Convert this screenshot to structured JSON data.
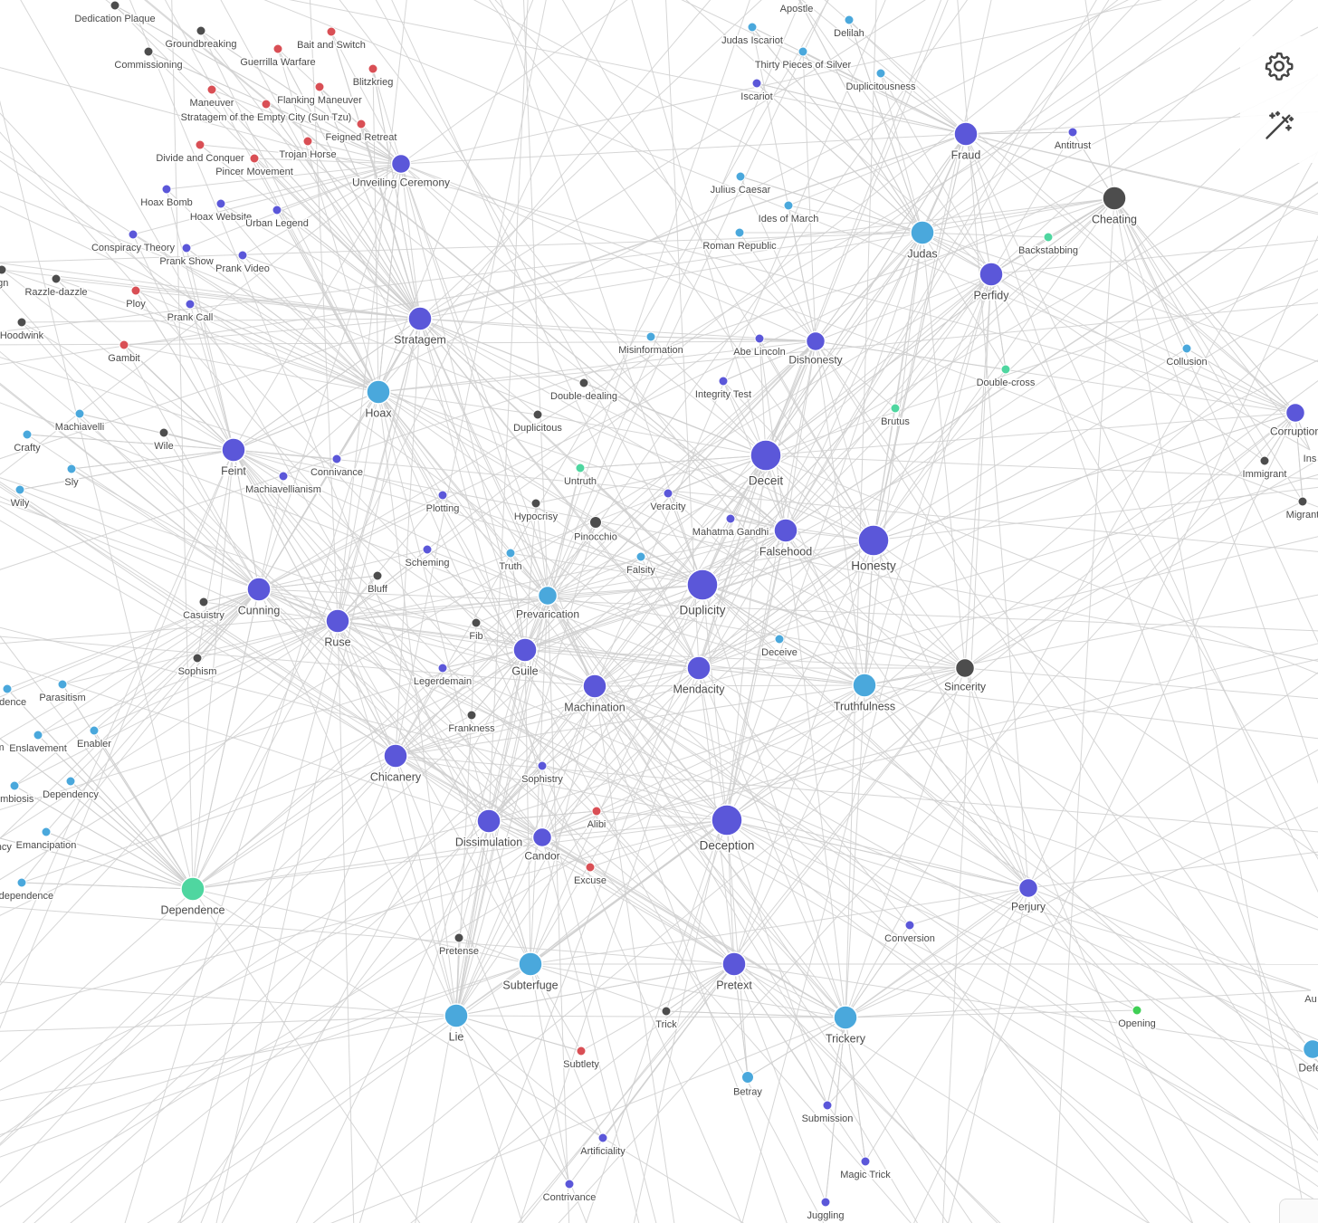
{
  "toolbar": {
    "settings_icon": "gear-icon",
    "magic_icon": "magic-wand-icon"
  },
  "colors": {
    "purple": "#5b57d9",
    "blue": "#4aa8dc",
    "gray": "#4d4d4d",
    "red": "#d94f55",
    "teal": "#4fd6a0",
    "green": "#3fcf55",
    "edge": "#cfcfcf",
    "label": "#4a4a4a"
  },
  "nodes": [
    {
      "id": "deception",
      "label": "Deception",
      "c": "purple",
      "s": 5
    },
    {
      "id": "duplicity",
      "label": "Duplicity",
      "c": "purple",
      "s": 5
    },
    {
      "id": "honesty",
      "label": "Honesty",
      "c": "purple",
      "s": 5
    },
    {
      "id": "deceit",
      "label": "Deceit",
      "c": "purple",
      "s": 5
    },
    {
      "id": "fraud",
      "label": "Fraud",
      "c": "purple",
      "s": 4
    },
    {
      "id": "perfidy",
      "label": "Perfidy",
      "c": "purple",
      "s": 4
    },
    {
      "id": "cheating",
      "label": "Cheating",
      "c": "gray",
      "s": 4
    },
    {
      "id": "judas",
      "label": "Judas",
      "c": "blue",
      "s": 4
    },
    {
      "id": "stratagem",
      "label": "Stratagem",
      "c": "purple",
      "s": 4
    },
    {
      "id": "hoax",
      "label": "Hoax",
      "c": "blue",
      "s": 4
    },
    {
      "id": "feint",
      "label": "Feint",
      "c": "purple",
      "s": 4
    },
    {
      "id": "cunning",
      "label": "Cunning",
      "c": "purple",
      "s": 4
    },
    {
      "id": "ruse",
      "label": "Ruse",
      "c": "purple",
      "s": 4
    },
    {
      "id": "guile",
      "label": "Guile",
      "c": "purple",
      "s": 4
    },
    {
      "id": "machination",
      "label": "Machination",
      "c": "purple",
      "s": 4
    },
    {
      "id": "mendacity",
      "label": "Mendacity",
      "c": "purple",
      "s": 4
    },
    {
      "id": "truthfulness",
      "label": "Truthfulness",
      "c": "blue",
      "s": 4
    },
    {
      "id": "falsehood",
      "label": "Falsehood",
      "c": "purple",
      "s": 4
    },
    {
      "id": "dishonesty",
      "label": "Dishonesty",
      "c": "purple",
      "s": 3
    },
    {
      "id": "chicanery",
      "label": "Chicanery",
      "c": "purple",
      "s": 4
    },
    {
      "id": "dissimulation",
      "label": "Dissimulation",
      "c": "purple",
      "s": 4
    },
    {
      "id": "subterfuge",
      "label": "Subterfuge",
      "c": "blue",
      "s": 4
    },
    {
      "id": "lie",
      "label": "Lie",
      "c": "blue",
      "s": 4
    },
    {
      "id": "pretext",
      "label": "Pretext",
      "c": "purple",
      "s": 4
    },
    {
      "id": "trickery",
      "label": "Trickery",
      "c": "blue",
      "s": 4
    },
    {
      "id": "dependence",
      "label": "Dependence",
      "c": "teal",
      "s": 4
    },
    {
      "id": "prevarication",
      "label": "Prevarication",
      "c": "blue",
      "s": 3
    },
    {
      "id": "corruption",
      "label": "Corruption",
      "c": "purple",
      "s": 3
    },
    {
      "id": "unveiling",
      "label": "Unveiling Ceremony",
      "c": "purple",
      "s": 3
    },
    {
      "id": "perjury",
      "label": "Perjury",
      "c": "purple",
      "s": 3
    },
    {
      "id": "sincerity",
      "label": "Sincerity",
      "c": "gray",
      "s": 3
    },
    {
      "id": "candor",
      "label": "Candor",
      "c": "purple",
      "s": 3
    },
    {
      "id": "defect",
      "label": "Defec",
      "c": "blue",
      "s": 3
    },
    {
      "id": "dedication",
      "label": "Dedication Plaque",
      "c": "gray",
      "s": 1
    },
    {
      "id": "groundbreaking",
      "label": "Groundbreaking",
      "c": "gray",
      "s": 1
    },
    {
      "id": "commissioning",
      "label": "Commissioning",
      "c": "gray",
      "s": 1
    },
    {
      "id": "baitswitch",
      "label": "Bait and Switch",
      "c": "red",
      "s": 1
    },
    {
      "id": "guerrilla",
      "label": "Guerrilla Warfare",
      "c": "red",
      "s": 1
    },
    {
      "id": "blitzkrieg",
      "label": "Blitzkrieg",
      "c": "red",
      "s": 1
    },
    {
      "id": "maneuver",
      "label": "Maneuver",
      "c": "red",
      "s": 1
    },
    {
      "id": "flanking",
      "label": "Flanking Maneuver",
      "c": "red",
      "s": 1
    },
    {
      "id": "emptycity",
      "label": "Stratagem of the Empty City (Sun Tzu)",
      "c": "red",
      "s": 1
    },
    {
      "id": "feigned",
      "label": "Feigned Retreat",
      "c": "red",
      "s": 1
    },
    {
      "id": "divide",
      "label": "Divide and Conquer",
      "c": "red",
      "s": 1
    },
    {
      "id": "trojan",
      "label": "Trojan Horse",
      "c": "red",
      "s": 1
    },
    {
      "id": "pincer",
      "label": "Pincer Movement",
      "c": "red",
      "s": 1
    },
    {
      "id": "hoaxbomb",
      "label": "Hoax Bomb",
      "c": "purple",
      "s": 1
    },
    {
      "id": "hoaxwebsite",
      "label": "Hoax Website",
      "c": "purple",
      "s": 1
    },
    {
      "id": "urbanlegend",
      "label": "Urban Legend",
      "c": "purple",
      "s": 1
    },
    {
      "id": "conspiracy",
      "label": "Conspiracy Theory",
      "c": "purple",
      "s": 1
    },
    {
      "id": "prankshow",
      "label": "Prank Show",
      "c": "purple",
      "s": 1
    },
    {
      "id": "prankvideo",
      "label": "Prank Video",
      "c": "purple",
      "s": 1
    },
    {
      "id": "ign",
      "label": "ign",
      "c": "gray",
      "s": 1
    },
    {
      "id": "razzle",
      "label": "Razzle-dazzle",
      "c": "gray",
      "s": 1
    },
    {
      "id": "ploy",
      "label": "Ploy",
      "c": "red",
      "s": 1
    },
    {
      "id": "prankcall",
      "label": "Prank Call",
      "c": "purple",
      "s": 1
    },
    {
      "id": "hoodwink",
      "label": "Hoodwink",
      "c": "gray",
      "s": 1
    },
    {
      "id": "gambit",
      "label": "Gambit",
      "c": "red",
      "s": 1
    },
    {
      "id": "machiavelli",
      "label": "Machiavelli",
      "c": "blue",
      "s": 1
    },
    {
      "id": "crafty",
      "label": "Crafty",
      "c": "blue",
      "s": 1
    },
    {
      "id": "wile",
      "label": "Wile",
      "c": "gray",
      "s": 1
    },
    {
      "id": "sly",
      "label": "Sly",
      "c": "blue",
      "s": 1
    },
    {
      "id": "wily",
      "label": "Wily",
      "c": "blue",
      "s": 1
    },
    {
      "id": "connivance",
      "label": "Connivance",
      "c": "purple",
      "s": 1
    },
    {
      "id": "machiavellianism",
      "label": "Machiavellianism",
      "c": "purple",
      "s": 1
    },
    {
      "id": "apostle",
      "label": "Apostle",
      "c": "blue",
      "s": 1
    },
    {
      "id": "judasiscariot",
      "label": "Judas Iscariot",
      "c": "blue",
      "s": 1
    },
    {
      "id": "delilah",
      "label": "Delilah",
      "c": "blue",
      "s": 1
    },
    {
      "id": "thirty",
      "label": "Thirty Pieces of Silver",
      "c": "blue",
      "s": 1
    },
    {
      "id": "iscariot",
      "label": "Iscariot",
      "c": "purple",
      "s": 1
    },
    {
      "id": "duplicitousness",
      "label": "Duplicitousness",
      "c": "blue",
      "s": 1
    },
    {
      "id": "antitrust",
      "label": "Antitrust",
      "c": "purple",
      "s": 1
    },
    {
      "id": "juliuscaesar",
      "label": "Julius Caesar",
      "c": "blue",
      "s": 1
    },
    {
      "id": "ides",
      "label": "Ides of March",
      "c": "blue",
      "s": 1
    },
    {
      "id": "roman",
      "label": "Roman Republic",
      "c": "blue",
      "s": 1
    },
    {
      "id": "backstabbing",
      "label": "Backstabbing",
      "c": "teal",
      "s": 1
    },
    {
      "id": "misinformation",
      "label": "Misinformation",
      "c": "blue",
      "s": 1
    },
    {
      "id": "abelincoln",
      "label": "Abe Lincoln",
      "c": "purple",
      "s": 1
    },
    {
      "id": "integrity",
      "label": "Integrity Test",
      "c": "purple",
      "s": 1
    },
    {
      "id": "doubledealing",
      "label": "Double-dealing",
      "c": "gray",
      "s": 1
    },
    {
      "id": "duplicitous",
      "label": "Duplicitous",
      "c": "gray",
      "s": 1
    },
    {
      "id": "collusion",
      "label": "Collusion",
      "c": "blue",
      "s": 1
    },
    {
      "id": "doublecross",
      "label": "Double-cross",
      "c": "teal",
      "s": 1
    },
    {
      "id": "brutus",
      "label": "Brutus",
      "c": "teal",
      "s": 1
    },
    {
      "id": "immigrant",
      "label": "Immigrant",
      "c": "gray",
      "s": 1
    },
    {
      "id": "ins",
      "label": "Ins",
      "c": "gray",
      "s": 0
    },
    {
      "id": "migrant",
      "label": "Migrant",
      "c": "gray",
      "s": 1
    },
    {
      "id": "untruth",
      "label": "Untruth",
      "c": "teal",
      "s": 1
    },
    {
      "id": "veracity",
      "label": "Veracity",
      "c": "purple",
      "s": 1
    },
    {
      "id": "hypocrisy",
      "label": "Hypocrisy",
      "c": "gray",
      "s": 1
    },
    {
      "id": "plotting",
      "label": "Plotting",
      "c": "purple",
      "s": 1
    },
    {
      "id": "pinocchio",
      "label": "Pinocchio",
      "c": "gray",
      "s": 2
    },
    {
      "id": "gandhi",
      "label": "Mahatma Gandhi",
      "c": "purple",
      "s": 1
    },
    {
      "id": "scheming",
      "label": "Scheming",
      "c": "purple",
      "s": 1
    },
    {
      "id": "truth",
      "label": "Truth",
      "c": "blue",
      "s": 1
    },
    {
      "id": "falsity",
      "label": "Falsity",
      "c": "blue",
      "s": 1
    },
    {
      "id": "bluff",
      "label": "Bluff",
      "c": "gray",
      "s": 1
    },
    {
      "id": "casuistry",
      "label": "Casuistry",
      "c": "gray",
      "s": 1
    },
    {
      "id": "fib",
      "label": "Fib",
      "c": "gray",
      "s": 1
    },
    {
      "id": "deceive",
      "label": "Deceive",
      "c": "blue",
      "s": 1
    },
    {
      "id": "sophism",
      "label": "Sophism",
      "c": "gray",
      "s": 1
    },
    {
      "id": "legerdemain",
      "label": "Legerdemain",
      "c": "purple",
      "s": 1
    },
    {
      "id": "endence",
      "label": "endence",
      "c": "blue",
      "s": 1
    },
    {
      "id": "parasitism",
      "label": "Parasitism",
      "c": "blue",
      "s": 1
    },
    {
      "id": "enslavement",
      "label": "Enslavement",
      "c": "blue",
      "s": 1
    },
    {
      "id": "m",
      "label": "m",
      "c": "blue",
      "s": 0
    },
    {
      "id": "enabler",
      "label": "Enabler",
      "c": "blue",
      "s": 1
    },
    {
      "id": "frankness",
      "label": "Frankness",
      "c": "gray",
      "s": 1
    },
    {
      "id": "symbiosis",
      "label": "ymbiosis",
      "c": "blue",
      "s": 1
    },
    {
      "id": "dependency",
      "label": "Dependency",
      "c": "blue",
      "s": 1
    },
    {
      "id": "sophistry",
      "label": "Sophistry",
      "c": "purple",
      "s": 1
    },
    {
      "id": "iency",
      "label": "iency",
      "c": "blue",
      "s": 0
    },
    {
      "id": "emancipation",
      "label": "Emancipation",
      "c": "blue",
      "s": 1
    },
    {
      "id": "alibi",
      "label": "Alibi",
      "c": "red",
      "s": 1
    },
    {
      "id": "excuse",
      "label": "Excuse",
      "c": "red",
      "s": 1
    },
    {
      "id": "interdependence",
      "label": "erdependence",
      "c": "blue",
      "s": 1
    },
    {
      "id": "conversion",
      "label": "Conversion",
      "c": "purple",
      "s": 1
    },
    {
      "id": "pretense",
      "label": "Pretense",
      "c": "gray",
      "s": 1
    },
    {
      "id": "trick",
      "label": "Trick",
      "c": "gray",
      "s": 1
    },
    {
      "id": "opening",
      "label": "Opening",
      "c": "green",
      "s": 1
    },
    {
      "id": "au",
      "label": "Au",
      "c": "gray",
      "s": 0
    },
    {
      "id": "subtlety",
      "label": "Subtlety",
      "c": "red",
      "s": 1
    },
    {
      "id": "betray",
      "label": "Betray",
      "c": "blue",
      "s": 2
    },
    {
      "id": "submission",
      "label": "Submission",
      "c": "purple",
      "s": 1
    },
    {
      "id": "artificiality",
      "label": "Artificiality",
      "c": "purple",
      "s": 1
    },
    {
      "id": "magictrick",
      "label": "Magic Trick",
      "c": "purple",
      "s": 1
    },
    {
      "id": "contrivance",
      "label": "Contrivance",
      "c": "purple",
      "s": 1
    },
    {
      "id": "juggling",
      "label": "Juggling",
      "c": "purple",
      "s": 1
    }
  ]
}
